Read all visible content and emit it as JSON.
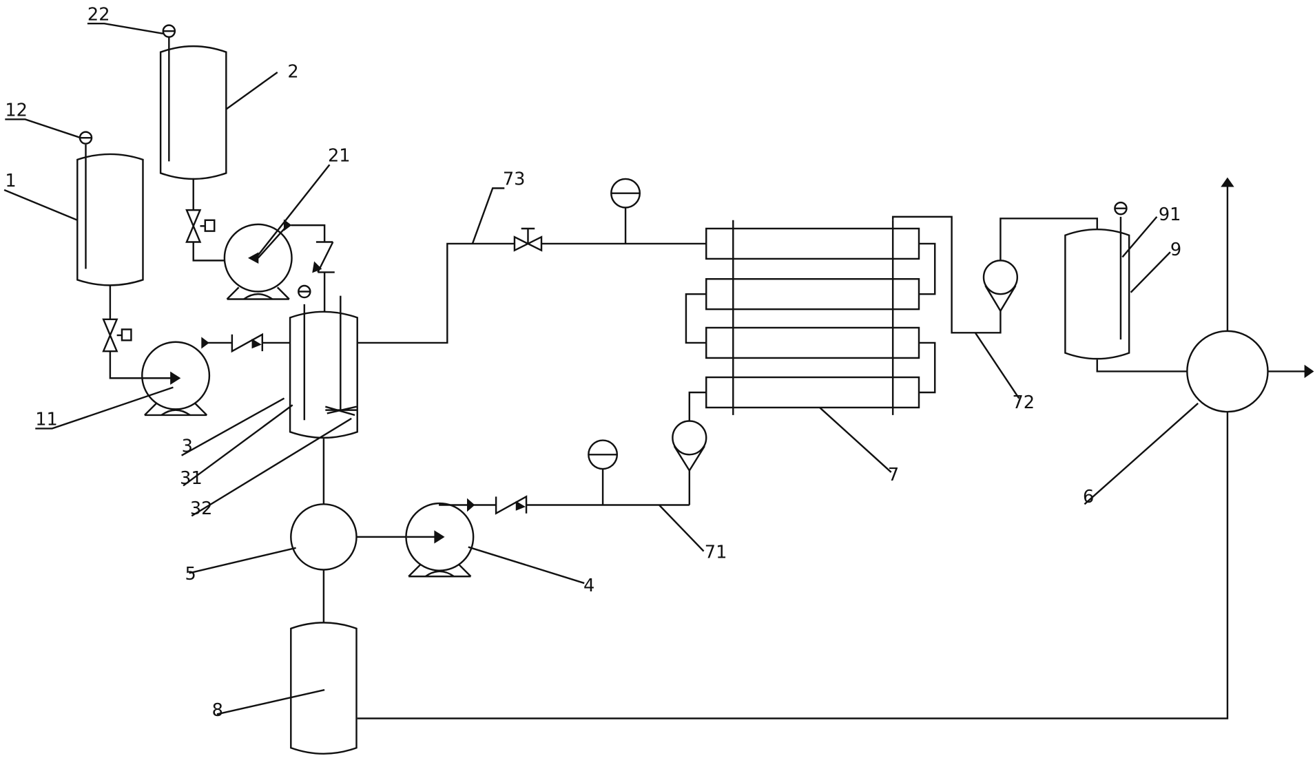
{
  "diagram": {
    "labels": {
      "l1": "1",
      "l11": "11",
      "l12": "12",
      "l2": "2",
      "l21": "21",
      "l22": "22",
      "l3": "3",
      "l31": "31",
      "l32": "32",
      "l4": "4",
      "l5": "5",
      "l6": "6",
      "l7": "7",
      "l71": "71",
      "l72": "72",
      "l73": "73",
      "l8": "8",
      "l9": "9",
      "l91": "91"
    }
  }
}
